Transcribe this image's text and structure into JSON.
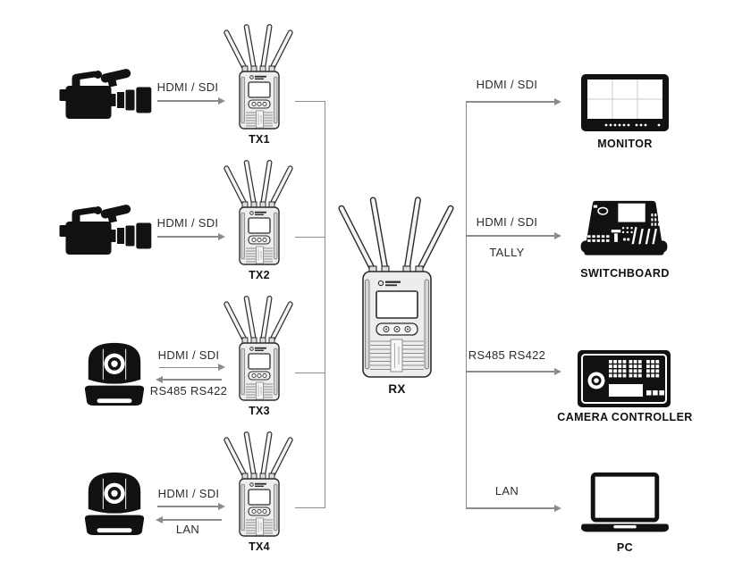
{
  "diagram": {
    "colors": {
      "arrow": "#8c8c8c",
      "label_text": "#2d2d2d",
      "icon_black": "#111111",
      "device_fill": "#ededed",
      "device_stroke": "#2b2b2b"
    },
    "left_rows": [
      {
        "icon": "video-camera-icon",
        "forward_label": "HDMI / SDI",
        "tx_label": "TX1"
      },
      {
        "icon": "video-camera-icon",
        "forward_label": "HDMI / SDI",
        "tx_label": "TX2"
      },
      {
        "icon": "ptz-camera-icon",
        "forward_label": "HDMI / SDI",
        "return_label": "RS485 RS422",
        "tx_label": "TX3"
      },
      {
        "icon": "ptz-camera-icon",
        "forward_label": "HDMI / SDI",
        "return_label": "LAN",
        "tx_label": "TX4"
      }
    ],
    "receiver": {
      "label": "RX",
      "icon": "rx-device-icon"
    },
    "right_rows": [
      {
        "icon": "monitor-icon",
        "arrow_label_1": "HDMI / SDI",
        "device_label": "MONITOR"
      },
      {
        "icon": "switchboard-icon",
        "arrow_label_1": "HDMI / SDI",
        "arrow_label_2": "TALLY",
        "device_label": "SWITCHBOARD"
      },
      {
        "icon": "camera-controller-icon",
        "arrow_label_1": "RS485 RS422",
        "device_label": "CAMERA CONTROLLER"
      },
      {
        "icon": "laptop-icon",
        "arrow_label_1": "LAN",
        "device_label": "PC"
      }
    ]
  }
}
